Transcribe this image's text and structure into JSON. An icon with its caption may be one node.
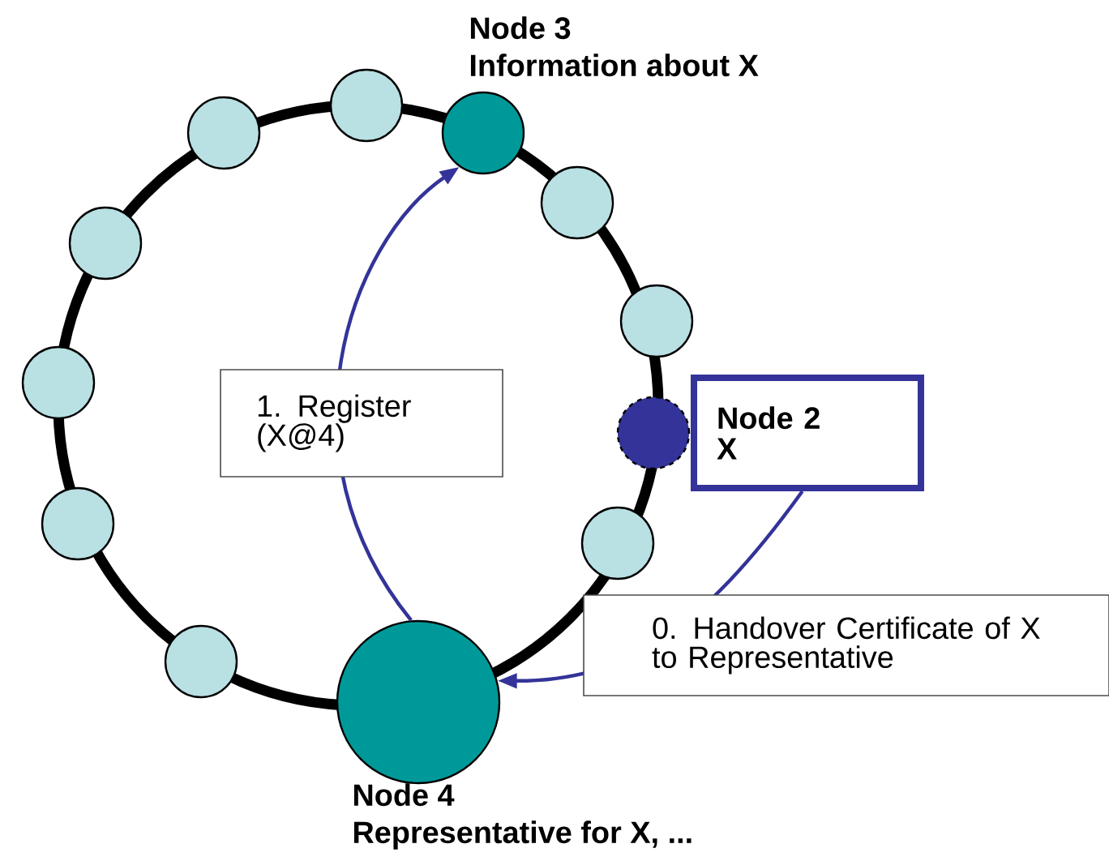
{
  "diagram": {
    "nodes": [
      {
        "text": [],
        "shape": "circle",
        "beside": [
          "Node 3",
          "Information about X"
        ]
      },
      {
        "text": [
          "Node 2",
          "X"
        ]
      },
      {
        "text": [],
        "shape": "circle"
      },
      {
        "text": [],
        "shape": "circle",
        "beside": [
          "Node 4",
          "Representative for X, ..."
        ]
      },
      {
        "text": [],
        "shape": "circle"
      },
      {
        "text": [],
        "shape": "circle"
      },
      {
        "text": [],
        "shape": "circle"
      },
      {
        "text": [],
        "shape": "circle"
      },
      {
        "text": [],
        "shape": "circle"
      },
      {
        "text": [],
        "shape": "circle"
      },
      {
        "text": [],
        "shape": "circle"
      },
      {
        "text": [],
        "shape": "circle"
      },
      {
        "text": [],
        "shape": "circle"
      }
    ],
    "edges": [
      {
        "from": 3,
        "to": 0,
        "arrow": "to",
        "label": "1. Register (X@4)"
      },
      {
        "from": 1,
        "to": 3,
        "arrow": "to",
        "label": "0. Handover Certificate of X to Representative"
      }
    ]
  }
}
